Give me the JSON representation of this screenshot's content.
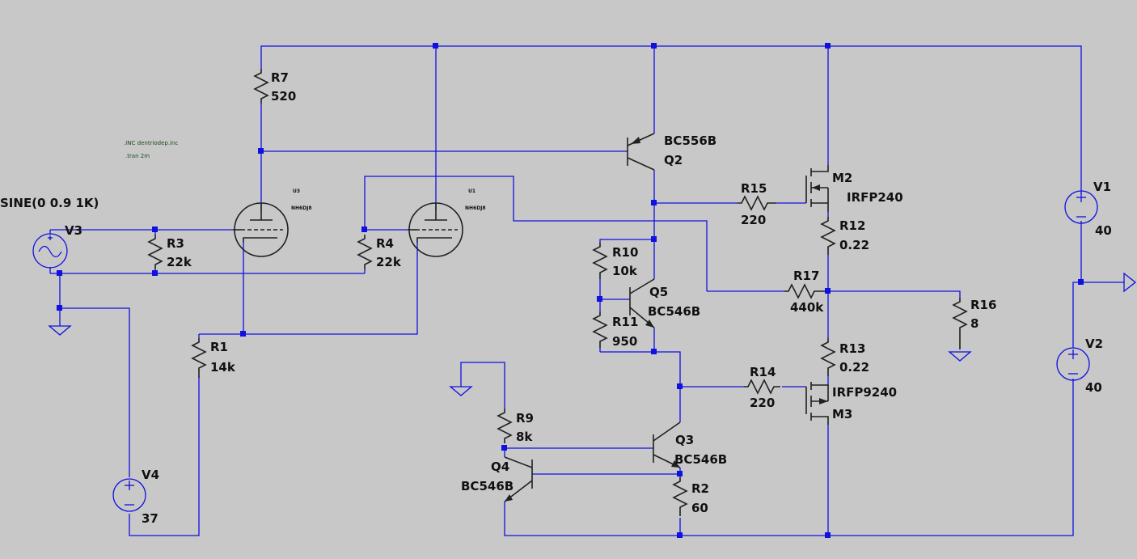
{
  "directives": [
    ".INC dentriodep.inc",
    ".tran 2m"
  ],
  "tubes": {
    "U3": {
      "name": "U3",
      "model": "NH6DJ8"
    },
    "U1": {
      "name": "U1",
      "model": "NH6DJ8"
    }
  },
  "resistors": {
    "R1": {
      "name": "R1",
      "value": "14k"
    },
    "R2": {
      "name": "R2",
      "value": "60"
    },
    "R3": {
      "name": "R3",
      "value": "22k"
    },
    "R4": {
      "name": "R4",
      "value": "22k"
    },
    "R7": {
      "name": "R7",
      "value": "520"
    },
    "R9": {
      "name": "R9",
      "value": "8k"
    },
    "R10": {
      "name": "R10",
      "value": "10k"
    },
    "R11": {
      "name": "R11",
      "value": "950"
    },
    "R12": {
      "name": "R12",
      "value": "0.22"
    },
    "R13": {
      "name": "R13",
      "value": "0.22"
    },
    "R14": {
      "name": "R14",
      "value": "220"
    },
    "R15": {
      "name": "R15",
      "value": "220"
    },
    "R16": {
      "name": "R16",
      "value": "8"
    },
    "R17": {
      "name": "R17",
      "value": "440k"
    }
  },
  "transistors": {
    "Q2": {
      "name": "Q2",
      "model": "BC556B"
    },
    "Q3": {
      "name": "Q3",
      "model": "BC546B"
    },
    "Q4": {
      "name": "Q4",
      "model": "BC546B"
    },
    "Q5": {
      "name": "Q5",
      "model": "BC546B"
    },
    "M2": {
      "name": "M2",
      "model": "IRFP240"
    },
    "M3": {
      "name": "M3",
      "model": "IRFP9240"
    }
  },
  "sources": {
    "V1": {
      "name": "V1",
      "value": "40"
    },
    "V2": {
      "name": "V2",
      "value": "40"
    },
    "V3": {
      "name": "V3",
      "value": "SINE(0 0.9 1K)"
    },
    "V4": {
      "name": "V4",
      "value": "37"
    }
  }
}
